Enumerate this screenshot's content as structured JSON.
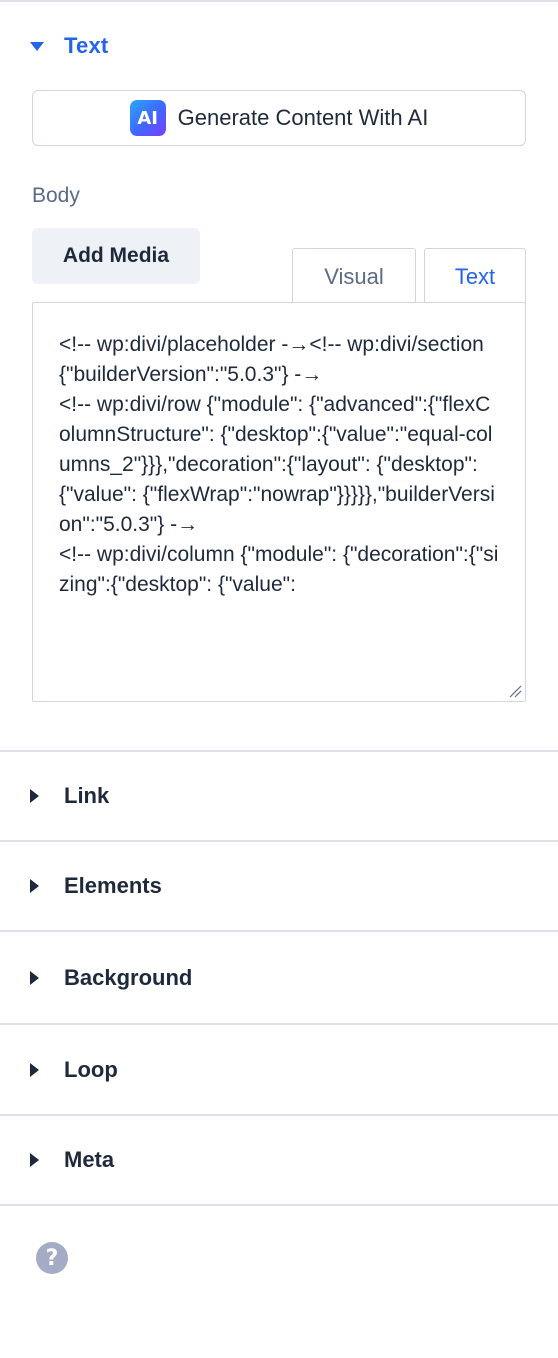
{
  "sections": {
    "text": {
      "title": "Text",
      "ai_button_label": "Generate Content With AI",
      "ai_badge": "AI",
      "body_label": "Body",
      "add_media_label": "Add Media",
      "tabs": [
        {
          "label": "Visual",
          "active": false
        },
        {
          "label": "Text",
          "active": true
        }
      ],
      "editor_content": "<!-- wp:divi/placeholder -→<!-- wp:divi/section {\"builderVersion\":\"5.0.3\"} -→\n<!-- wp:divi/row {\"module\": {\"advanced\":{\"flexColumnStructure\": {\"desktop\":{\"value\":\"equal-columns_2\"}}},\"decoration\":{\"layout\": {\"desktop\":{\"value\": {\"flexWrap\":\"nowrap\"}}}}},\"builderVersion\":\"5.0.3\"} -→\n<!-- wp:divi/column {\"module\": {\"decoration\":{\"sizing\":{\"desktop\": {\"value\":"
    },
    "collapsed": [
      {
        "title": "Link"
      },
      {
        "title": "Elements"
      },
      {
        "title": "Background"
      },
      {
        "title": "Loop"
      },
      {
        "title": "Meta"
      }
    ]
  },
  "help_icon": "question-circle-icon",
  "colors": {
    "accent": "#2563eb",
    "text": "#1e2a3b",
    "muted": "#5b6b86",
    "border": "#cfd6e0",
    "divider": "#dde2ea",
    "help_icon_bg": "#a3acc4"
  }
}
